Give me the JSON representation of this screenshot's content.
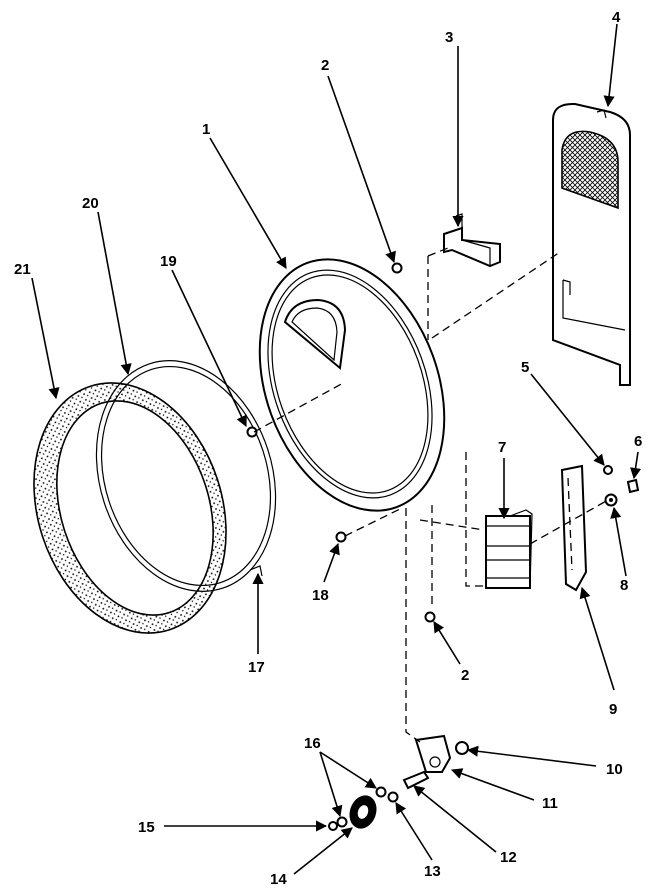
{
  "callouts": {
    "c1": "1",
    "c2a": "2",
    "c2b": "2",
    "c3": "3",
    "c4": "4",
    "c5": "5",
    "c6": "6",
    "c7": "7",
    "c8": "8",
    "c9": "9",
    "c10": "10",
    "c11": "11",
    "c12": "12",
    "c13": "13",
    "c14": "14",
    "c15": "15",
    "c16": "16",
    "c17": "17",
    "c18": "18",
    "c19": "19",
    "c20": "20",
    "c21": "21"
  },
  "colors": {
    "ink": "#000000",
    "paper": "#ffffff"
  }
}
